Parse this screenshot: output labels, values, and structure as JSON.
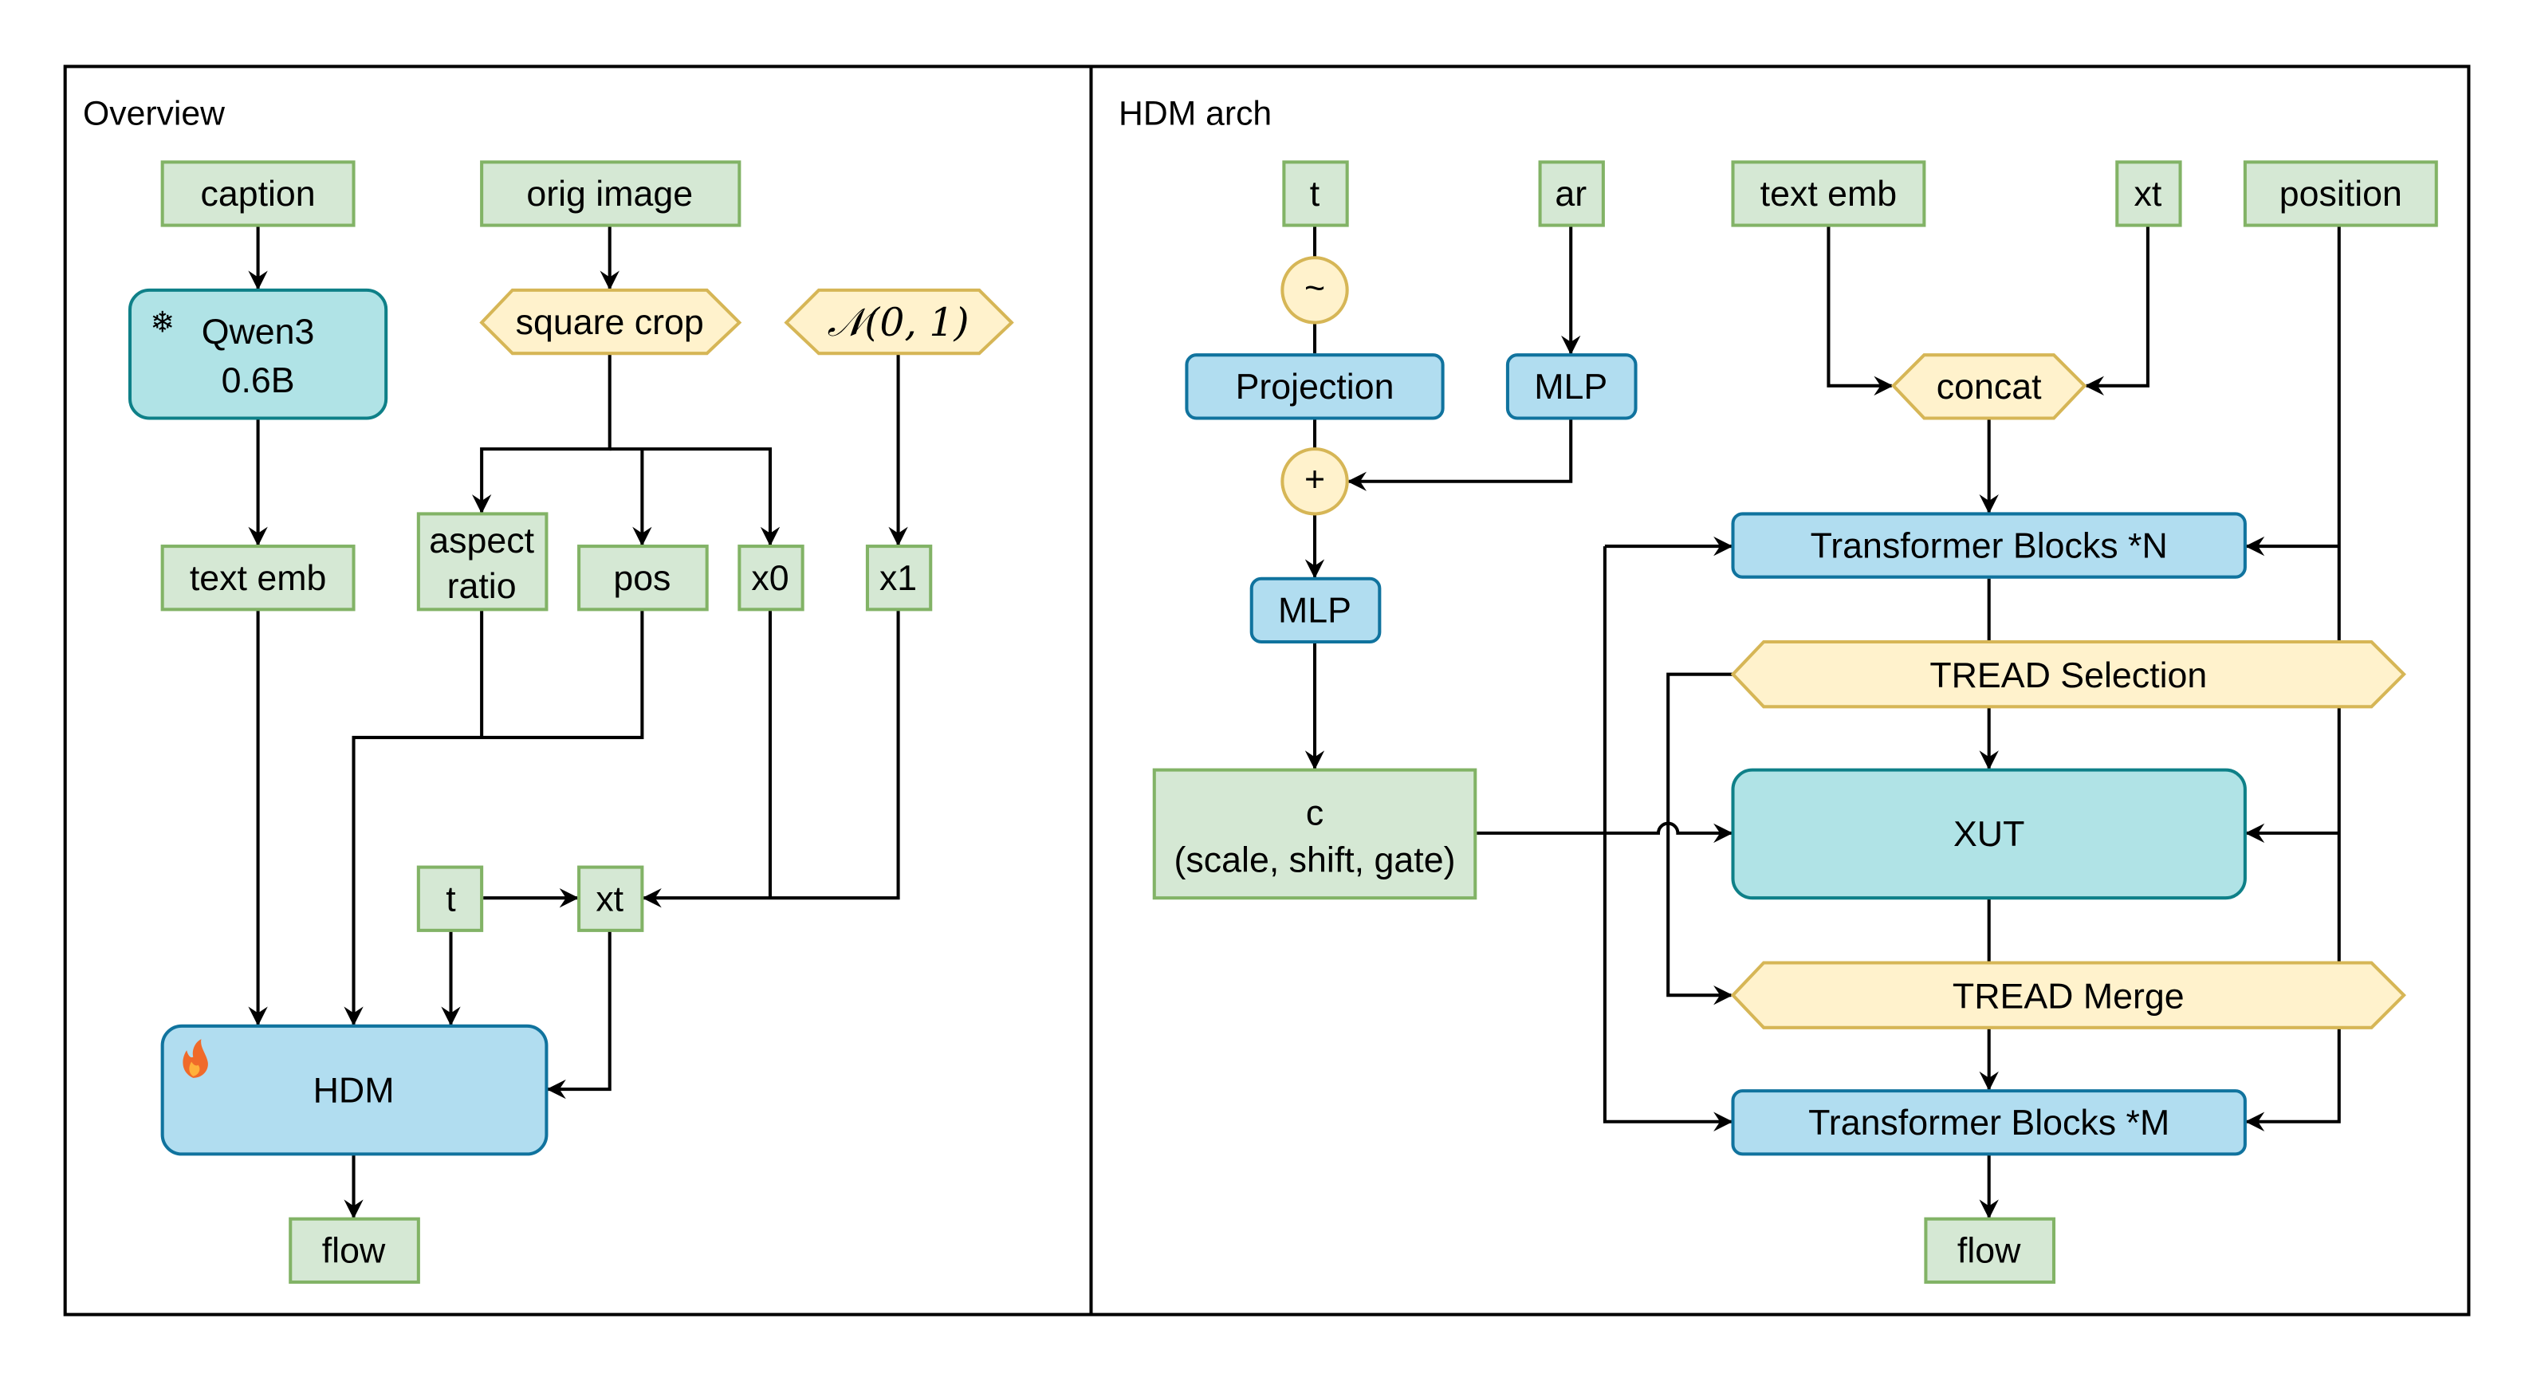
{
  "overview": {
    "title": "Overview",
    "nodes": {
      "caption": "caption",
      "orig_image": "orig image",
      "qwen_line1": "Qwen3",
      "qwen_line2": "0.6B",
      "qwen_icon": "snowflake-icon",
      "square_crop": "square crop",
      "normal_dist": "𝒩(0, 1)",
      "text_emb": "text emb",
      "aspect_line1": "aspect",
      "aspect_line2": "ratio",
      "pos": "pos",
      "x0": "x0",
      "x1": "x1",
      "t": "t",
      "xt": "xt",
      "hdm": "HDM",
      "hdm_icon": "fire-icon",
      "flow": "flow"
    }
  },
  "arch": {
    "title": "HDM arch",
    "nodes": {
      "t": "t",
      "ar": "ar",
      "text_emb": "text emb",
      "xt": "xt",
      "position": "position",
      "tilde": "~",
      "projection": "Projection",
      "mlp_ar": "MLP",
      "concat": "concat",
      "plus": "+",
      "mlp": "MLP",
      "c_line1": "c",
      "c_line2": "(scale, shift, gate)",
      "transformer_n": "Transformer Blocks *N",
      "tread_selection": "TREAD Selection",
      "xut": "XUT",
      "tread_merge": "TREAD Merge",
      "transformer_m": "Transformer Blocks *M",
      "flow": "flow"
    }
  },
  "colors": {
    "input_fill": "#d5e8d4",
    "input_stroke": "#82b366",
    "frozen_fill": "#b0e3e6",
    "frozen_stroke": "#0e8088",
    "module_fill": "#b1ddf0",
    "module_stroke": "#10739e",
    "op_fill": "#fff2cc",
    "op_stroke": "#d6b656"
  }
}
